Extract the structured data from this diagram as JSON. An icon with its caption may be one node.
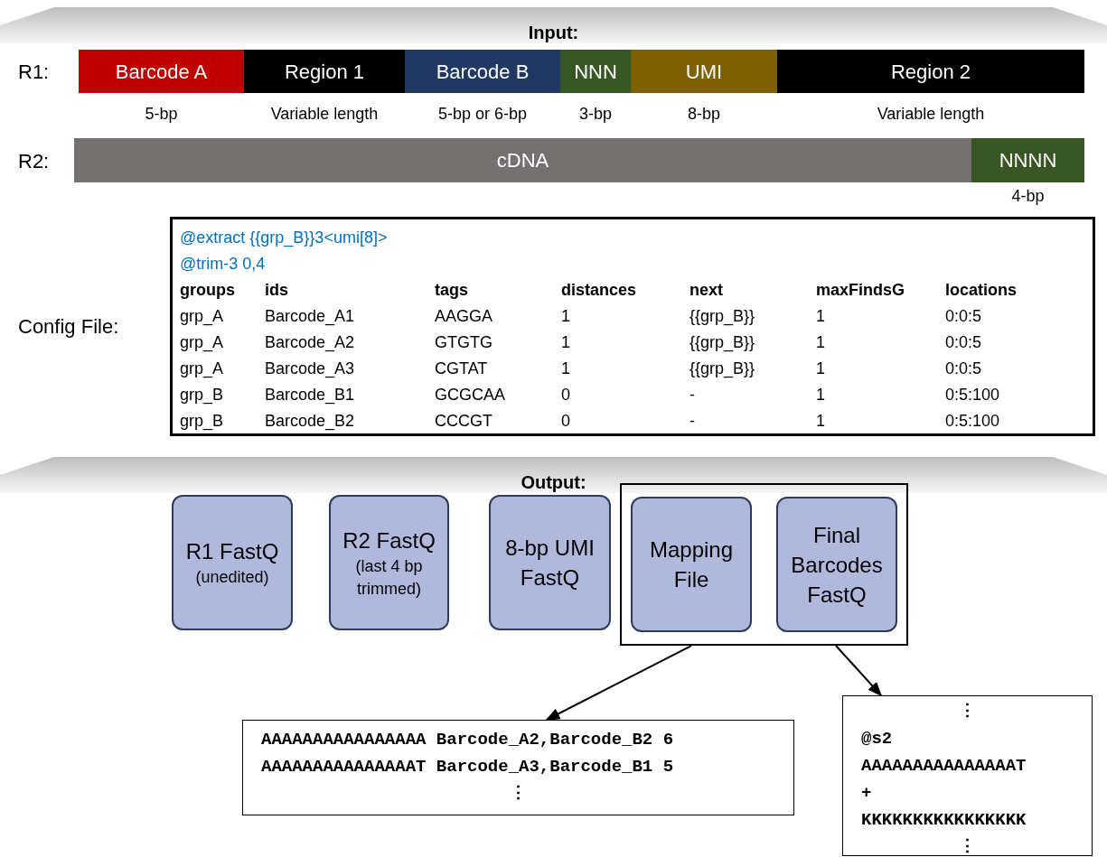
{
  "diagram": {
    "nodes": [
      {
        "text": [
          "Input:"
        ]
      },
      {
        "text": [
          "Barcode A"
        ],
        "beside": [
          "5-bp"
        ]
      },
      {
        "text": [
          "Region 1"
        ],
        "beside": [
          "Variable length"
        ]
      },
      {
        "text": [
          "Barcode B"
        ],
        "beside": [
          "5-bp or 6-bp"
        ]
      },
      {
        "text": [
          "NNN"
        ],
        "beside": [
          "3-bp"
        ]
      },
      {
        "text": [
          "UMI"
        ],
        "beside": [
          "8-bp"
        ]
      },
      {
        "text": [
          "Region 2"
        ],
        "beside": [
          "Variable length"
        ]
      },
      {
        "text": [
          "cDNA"
        ]
      },
      {
        "text": [
          "NNNN"
        ],
        "beside": [
          "4-bp"
        ]
      },
      {
        "text": [
          "@extract {{grp_B}}3<umi[8]>",
          "@trim-3 0,4"
        ]
      },
      {
        "text": [
          "Output:"
        ]
      },
      {
        "text": [
          "R1 FastQ",
          "(unedited)"
        ]
      },
      {
        "text": [
          "R2 FastQ",
          "(last 4 bp trimmed)"
        ]
      },
      {
        "text": [
          "8-bp UMI FastQ"
        ]
      },
      {
        "text": [],
        "shape": "box"
      },
      {
        "text": [
          "Mapping File"
        ],
        "in": 14
      },
      {
        "text": [
          "Final Barcodes FastQ"
        ],
        "in": 14
      },
      {
        "text": [
          "AAAAAAAAAAAAAAAA Barcode_A2,Barcode_B2 6",
          "AAAAAAAAAAAAAAAT Barcode_A3,Barcode_B1 5",
          "⋮"
        ]
      },
      {
        "text": [
          "⋮",
          "@s2",
          "AAAAAAAAAAAAAAAT",
          "+",
          "KKKKKKKKKKKKKKKK",
          "⋮"
        ]
      }
    ],
    "edges": [
      {
        "from": 14,
        "to": 17,
        "arrow": "to"
      },
      {
        "from": 14,
        "to": 18,
        "arrow": "to"
      }
    ],
    "labels": [
      "R1:",
      "R2:",
      "Config File:",
      "groups",
      "ids",
      "tags",
      "distances",
      "next",
      "maxFindsG",
      "locations",
      "grp_A",
      "Barcode_A1",
      "AAGGA",
      "1",
      "{{grp_B}}",
      "1",
      "0:0:5",
      "grp_A",
      "Barcode_A2",
      "GTGTG",
      "1",
      "{{grp_B}}",
      "1",
      "0:0:5",
      "grp_A",
      "Barcode_A3",
      "CGTAT",
      "1",
      "{{grp_B}}",
      "1",
      "0:0:5",
      "grp_B",
      "Barcode_B1",
      "GCGCAA",
      "0",
      "-",
      "1",
      "0:5:100",
      "grp_B",
      "Barcode_B2",
      "CCCGT",
      "0",
      "-",
      "1",
      "0:5:100"
    ]
  }
}
